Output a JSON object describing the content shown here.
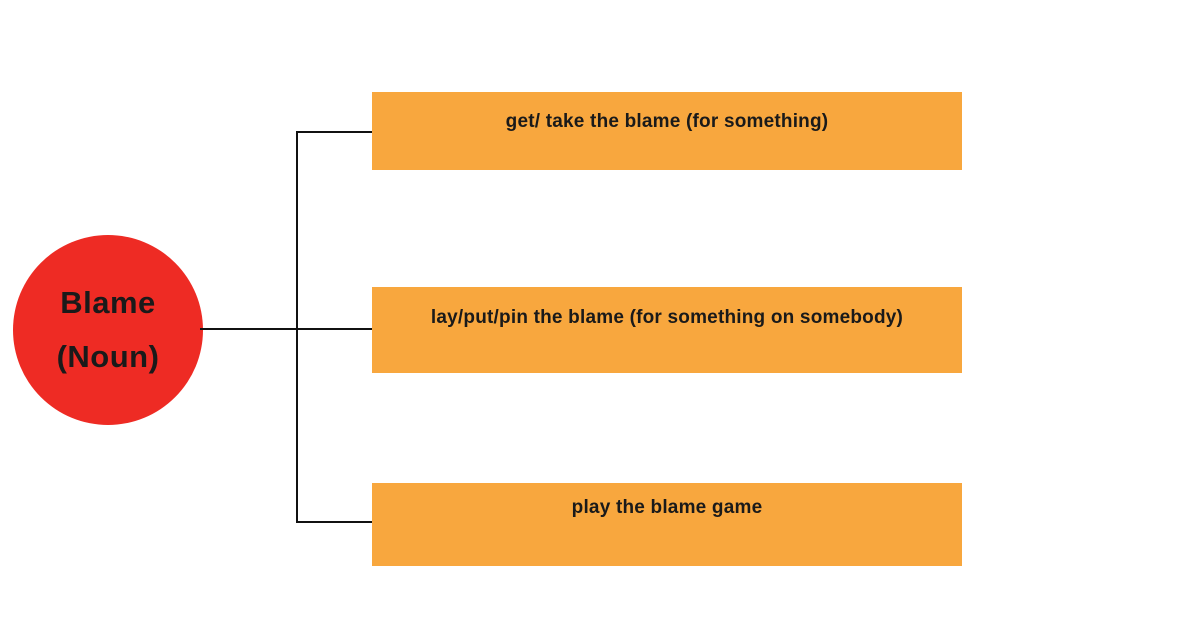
{
  "root_node": {
    "line1": "Blame",
    "line2": "(Noun)",
    "fill_color": "#ee2b24",
    "text_color": "#1a1a1a"
  },
  "branches": [
    {
      "label": "get/ take the blame (for something)"
    },
    {
      "label": "lay/put/pin the blame (for something on somebody)"
    },
    {
      "label": "play the blame game"
    }
  ],
  "styles": {
    "branch_fill_color": "#f8a73e",
    "connector_color": "#111111",
    "background_color": "#ffffff"
  }
}
